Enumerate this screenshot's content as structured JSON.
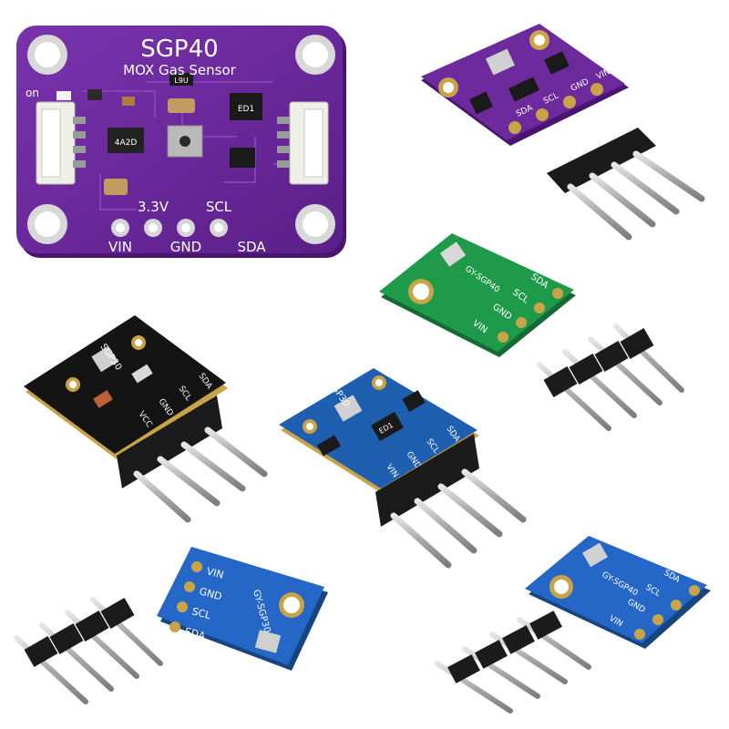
{
  "background": "#ffffff",
  "colors": {
    "purple_pcb": "#6c2a9c",
    "purple_pcb_dark": "#4a1570",
    "green_pcb": "#1f9a4a",
    "black_pcb": "#141414",
    "blue_pcb": "#1f5fb0",
    "blue_pcb_light": "#2467c6",
    "gold_pad": "#c9a347",
    "pin_silver": "#b8b8b8",
    "header_black": "#1b1b1b",
    "connector_white": "#efefe9"
  },
  "boards": {
    "main_purple": {
      "title": "SGP40",
      "subtitle": "MOX Gas Sensor",
      "on_label": "on",
      "chip_label": "4A2D",
      "reg_label": "L9U",
      "ic_label": "ED1",
      "top_pins": [
        "3.3V",
        "SCL"
      ],
      "bottom_pins": [
        "VIN",
        "GND",
        "SDA"
      ]
    },
    "small_purple": {
      "pins": [
        "SDA",
        "SCL",
        "GND",
        "VIN"
      ]
    },
    "green": {
      "model": "GY-SGP40",
      "pins": [
        "SDA",
        "SCL",
        "GND",
        "VIN"
      ]
    },
    "black": {
      "model": "SGP30",
      "pins": [
        "SDA",
        "SCL",
        "GND",
        "VCC"
      ]
    },
    "blue_mid": {
      "model": "SGP30",
      "ic_label": "ED1",
      "pins": [
        "SDA",
        "SCL",
        "GND",
        "VIN"
      ]
    },
    "blue_bottom": {
      "model": "GY-SGP30",
      "pins": [
        "VIN",
        "GND",
        "SCL",
        "SDA"
      ]
    },
    "blue_right": {
      "model": "GY-SGP40",
      "pins": [
        "SDA",
        "SCL",
        "GND",
        "VIN"
      ]
    }
  }
}
